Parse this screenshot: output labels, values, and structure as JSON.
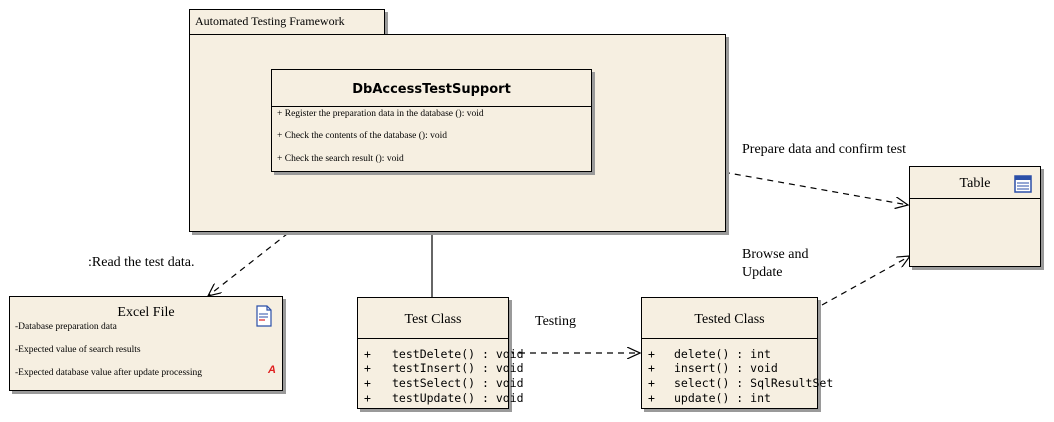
{
  "package": {
    "title": "Automated Testing Framework"
  },
  "db_class": {
    "name": "DbAccessTestSupport",
    "operations": [
      "+ Register the preparation data in the database (): void",
      "+ Check the contents of the database (): void",
      "+ Check the search result (): void"
    ]
  },
  "table_class": {
    "name": "Table",
    "icon": "table-icon"
  },
  "excel_class": {
    "name": "Excel File",
    "icon": "document-icon",
    "notes": [
      "-Database preparation data",
      "-Expected value of search results",
      "-Expected database value after update processing"
    ],
    "marker": "A"
  },
  "test_class": {
    "name": "Test Class",
    "operations": [
      {
        "vis": "+",
        "sig": "testDelete() : void"
      },
      {
        "vis": "+",
        "sig": "testInsert() : void"
      },
      {
        "vis": "+",
        "sig": "testSelect() : void"
      },
      {
        "vis": "+",
        "sig": "testUpdate() : void"
      }
    ]
  },
  "tested_class": {
    "name": "Tested Class",
    "operations": [
      {
        "vis": "+",
        "sig": "delete() : int"
      },
      {
        "vis": "+",
        "sig": "insert() : void"
      },
      {
        "vis": "+",
        "sig": "select() : SqlResultSet"
      },
      {
        "vis": "+",
        "sig": "update() : int"
      }
    ]
  },
  "labels": {
    "prepare": "Prepare data and confirm test",
    "read": ":Read the test data.",
    "browse_line1": "Browse and",
    "browse_line2": "Update",
    "testing": "Testing"
  },
  "colors": {
    "fill": "#f6efe1",
    "shadow": "#9a9a9a",
    "icon_blue": "#2b4fa8",
    "marker_red": "#e02020"
  }
}
